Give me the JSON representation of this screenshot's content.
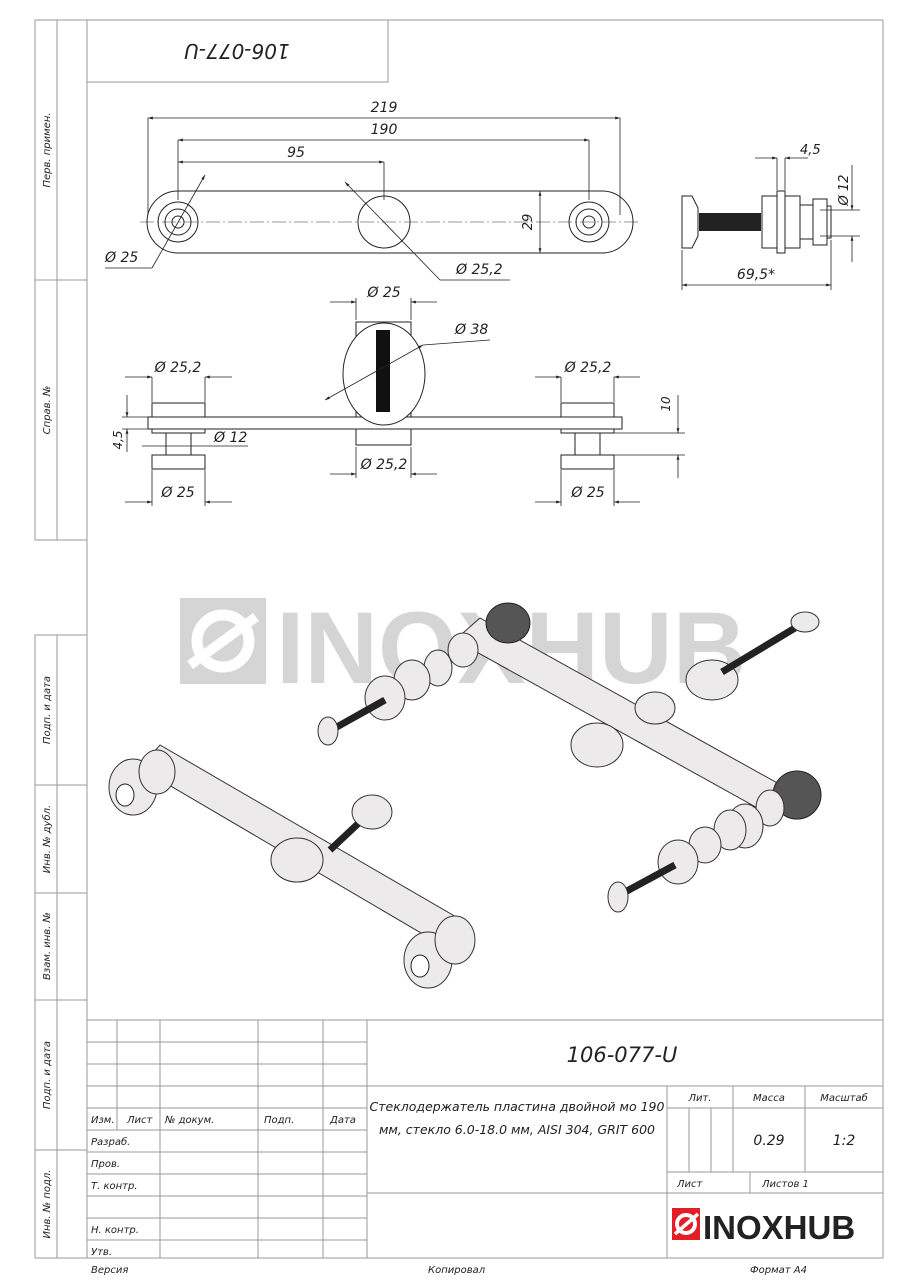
{
  "drawing_code": "106-077-U",
  "side_strip": [
    "Перв. примен.",
    "Справ. №",
    "Подп. и дата",
    "Инв. № дубл.",
    "Взам. инв. №",
    "Подп. и дата",
    "Инв. № подл."
  ],
  "top_view": {
    "overall": "219",
    "centers": "190",
    "half": "95",
    "height": "29",
    "hole_dia": "Ø 25",
    "center_dia": "Ø 25,2"
  },
  "side_view": {
    "thickness": "4,5",
    "pin_dia": "Ø 12",
    "length": "69,5*"
  },
  "front_view": {
    "top_center": "Ø 25",
    "circle": "Ø 38",
    "left_top": "Ø 25,2",
    "right_top": "Ø 25,2",
    "plate": "4,5",
    "pin": "Ø 12",
    "height": "10",
    "center_bottom": "Ø 25,2",
    "left_bottom": "Ø 25",
    "right_bottom": "Ø 25"
  },
  "watermark": "INOXHUB",
  "title_block": {
    "headers": [
      "Изм.",
      "Лист",
      "№ докум.",
      "Подп.",
      "Дата"
    ],
    "roles": [
      "Разраб.",
      "Пров.",
      "Т. контр.",
      "",
      "Н. контр.",
      "Утв."
    ],
    "code": "106-077-U",
    "description_line1": "Стеклодержатель пластина двойной мо 190",
    "description_line2": "мм, стекло 6.0-18.0 мм, AISI 304, GRIT 600",
    "lit_label": "Лит.",
    "mass_label": "Масса",
    "scale_label": "Масштаб",
    "mass": "0.29",
    "scale": "1:2",
    "sheet_label": "Лист",
    "sheets_label": "Листов 1",
    "logo": "INOXHUB",
    "logo_color": "#e31e24"
  },
  "footer": {
    "version": "Версия",
    "copied": "Копировал",
    "format": "Формат A4"
  }
}
